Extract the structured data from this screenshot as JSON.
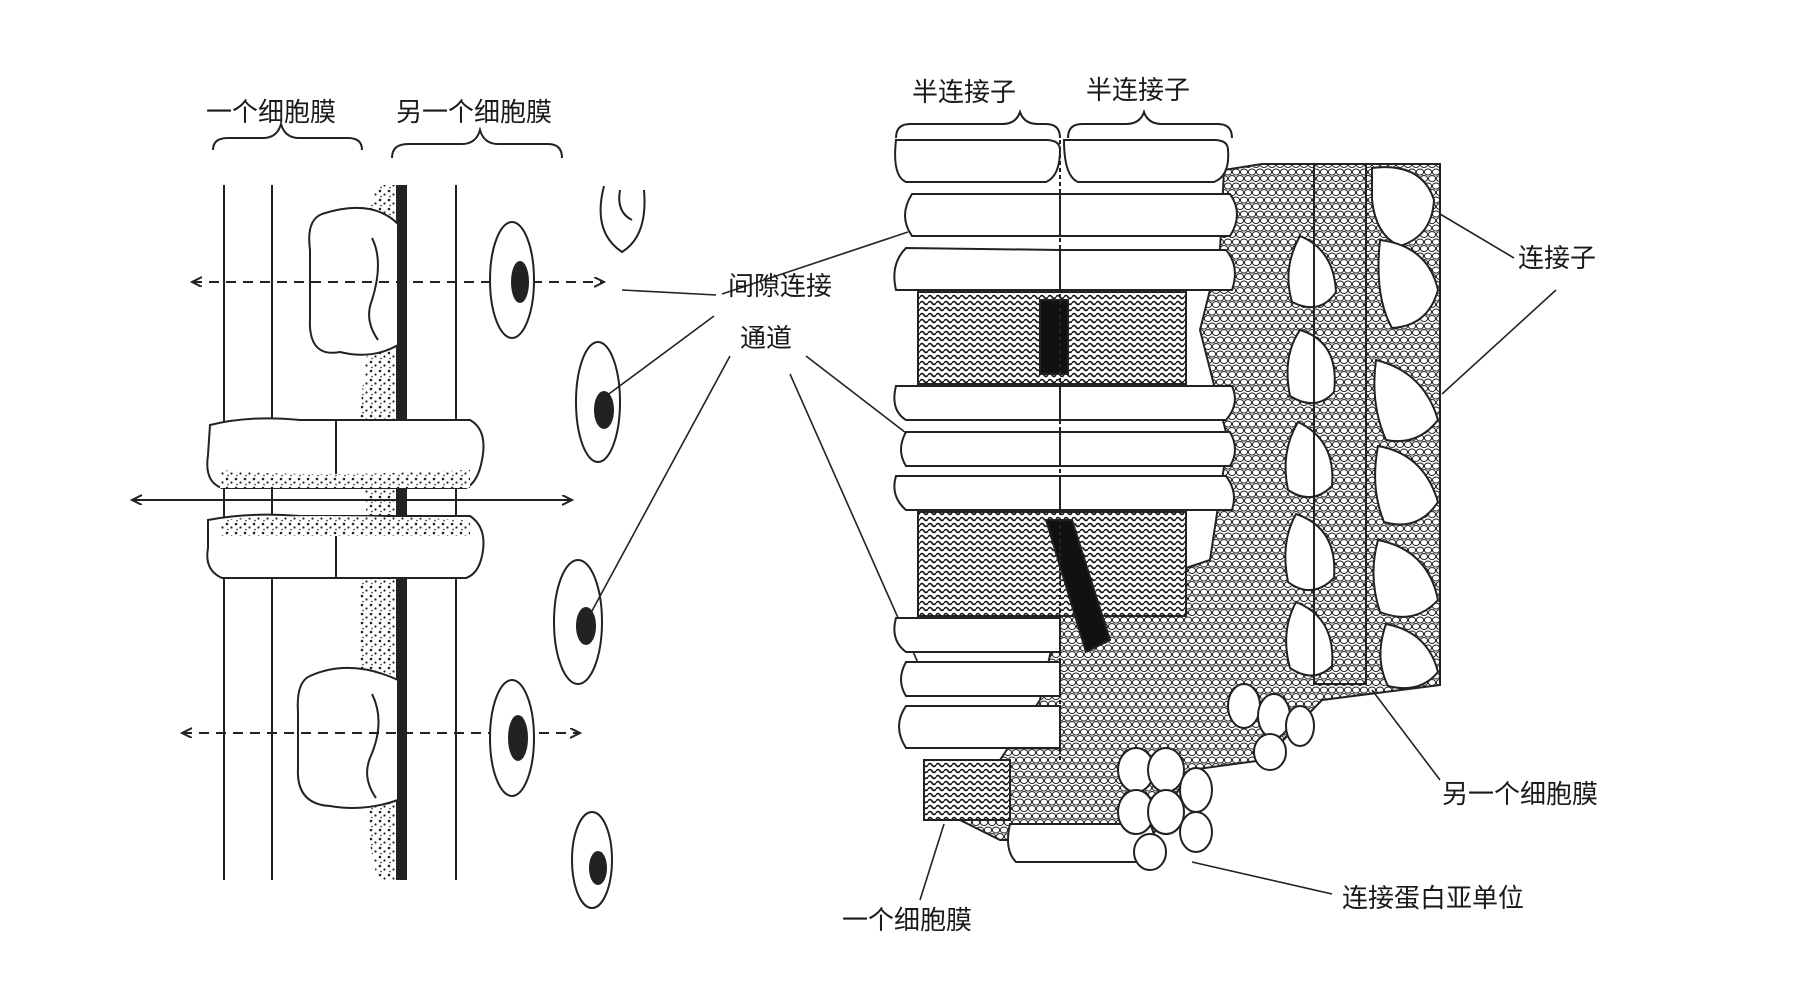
{
  "figure": {
    "left_panel": {
      "membrane_one": "一个细胞膜",
      "membrane_other": "另一个细胞膜"
    },
    "center": {
      "gap_junction_line1": "间隙连接",
      "gap_junction_line2": "通道"
    },
    "right_panel": {
      "hemi_left": "半连接子",
      "hemi_right": "半连接子",
      "connexon": "连接子",
      "membrane_other": "另一个细胞膜",
      "connexin_subunit": "连接蛋白亚单位",
      "membrane_one": "一个细胞膜"
    }
  },
  "colors": {
    "ink": "#1a1a1a",
    "paper": "#ffffff"
  }
}
